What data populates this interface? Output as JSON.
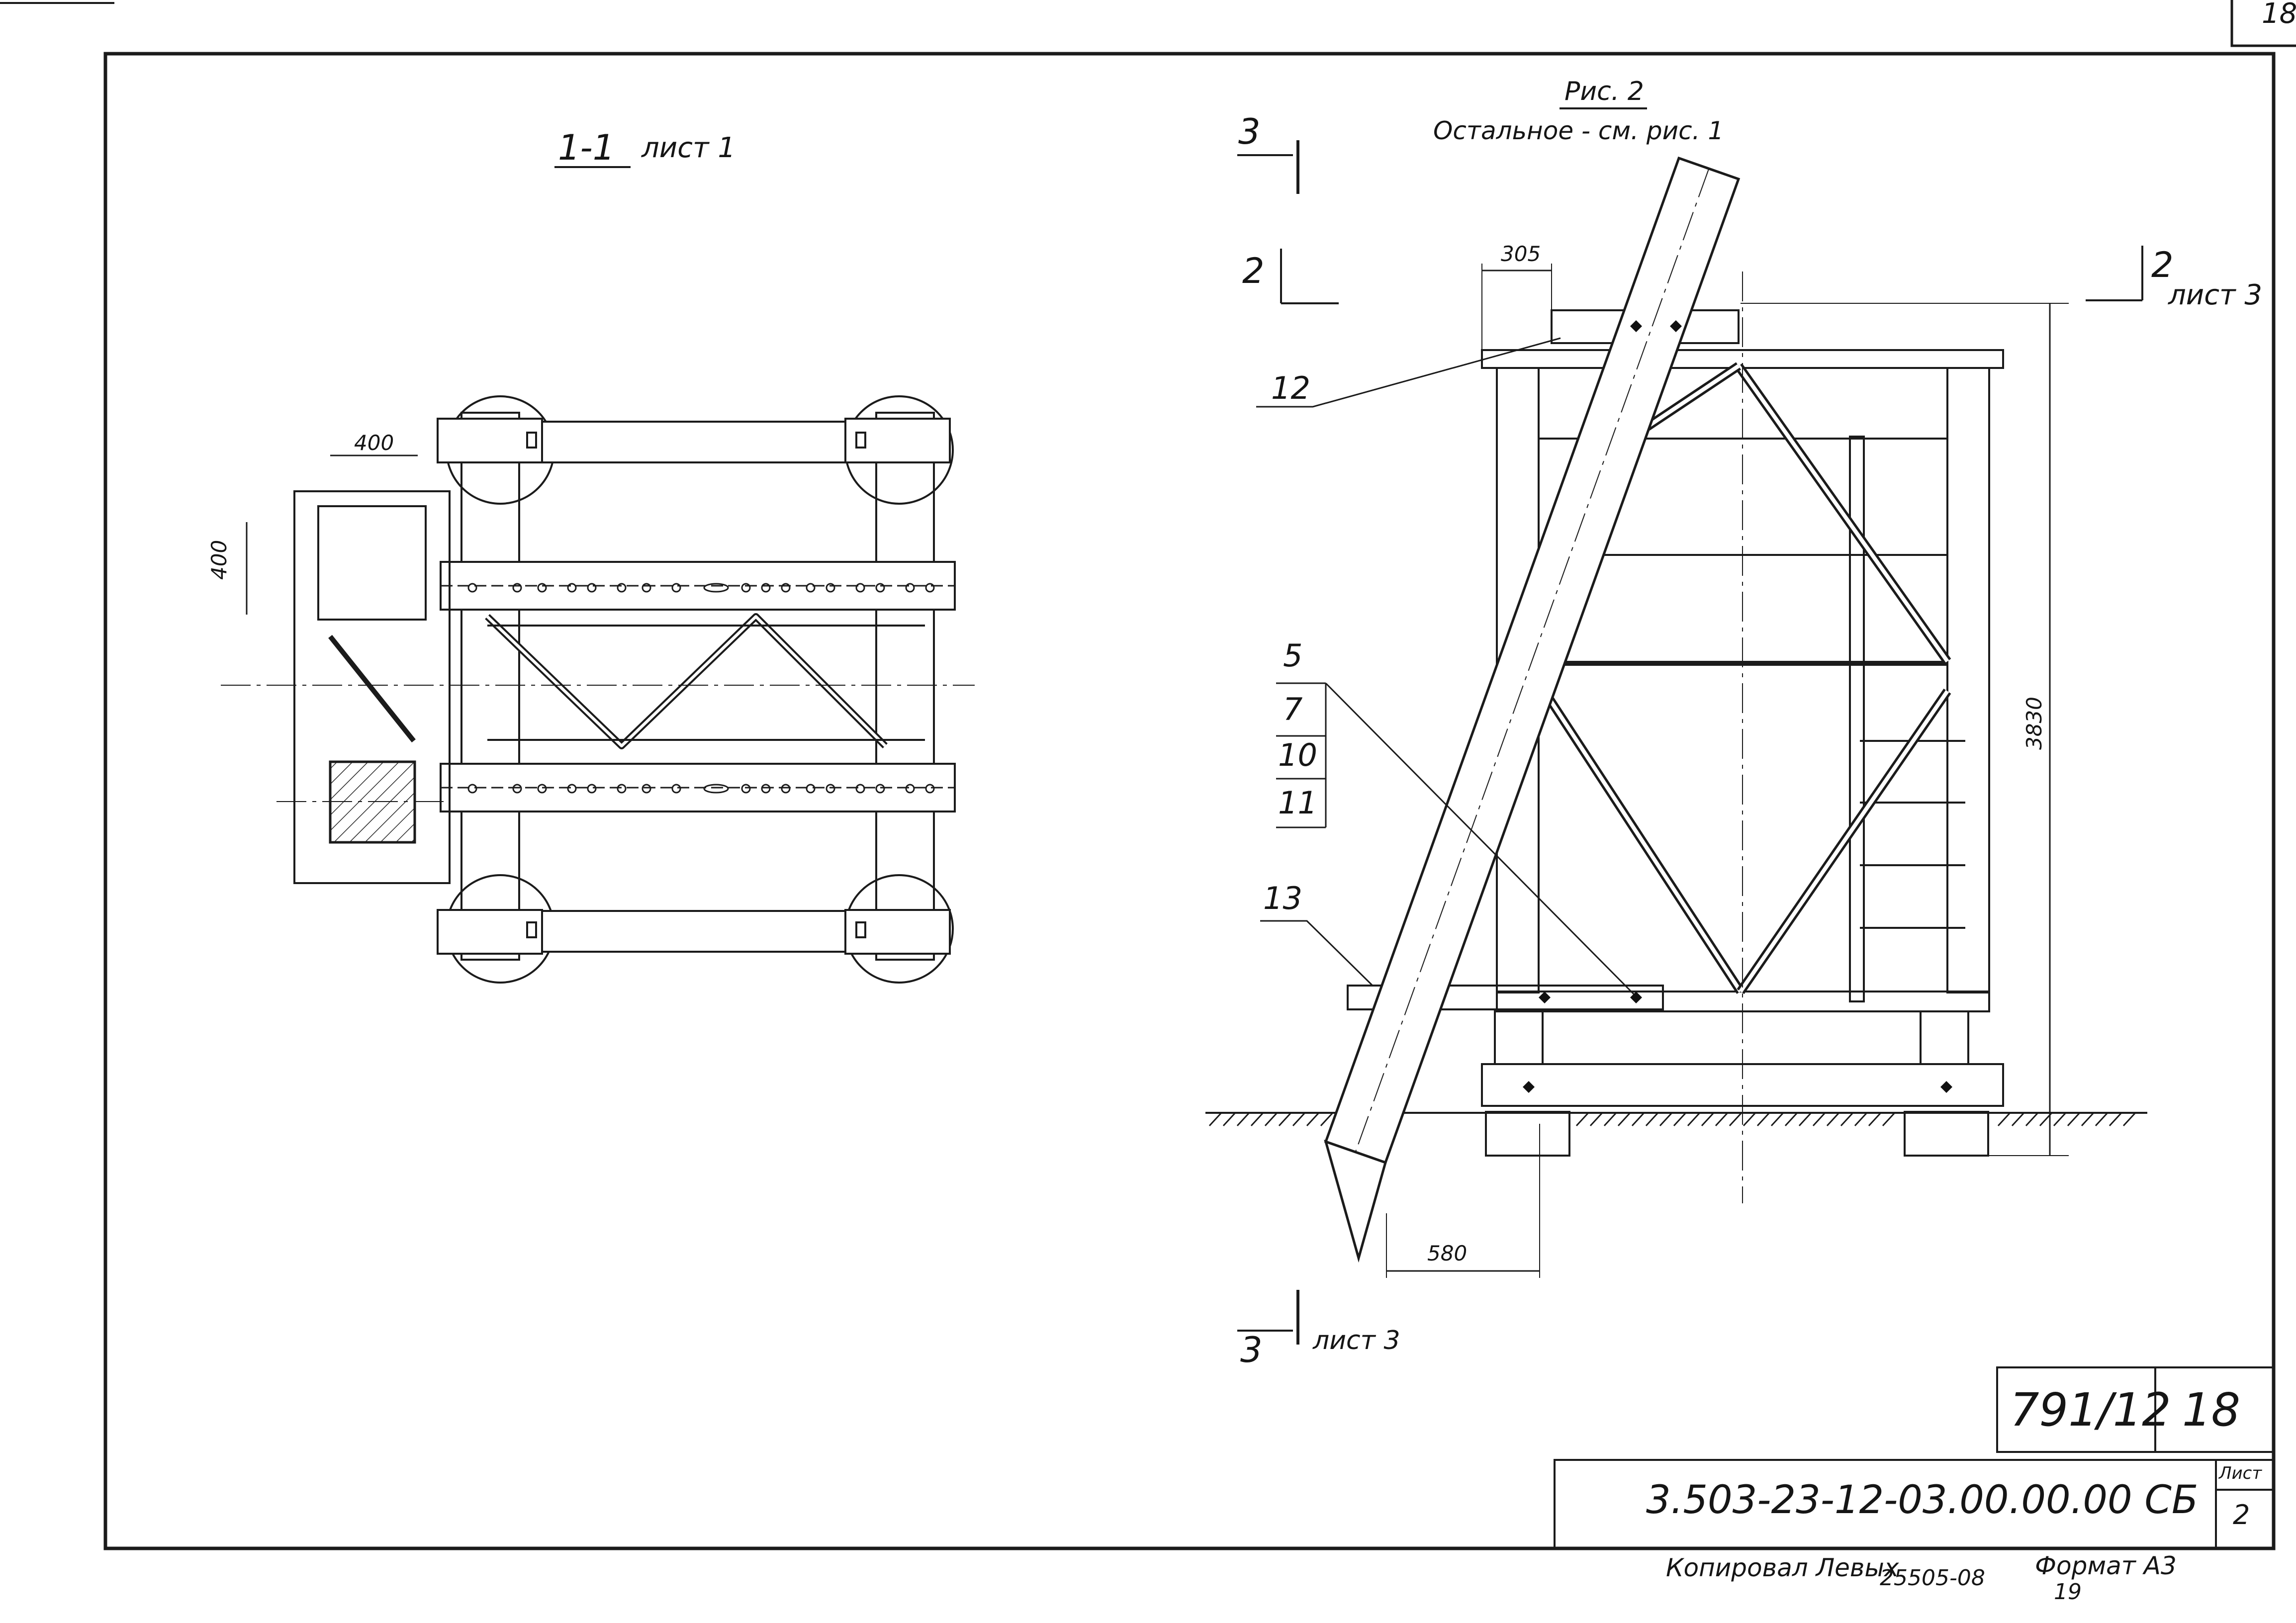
{
  "corner_sheet_number": "18",
  "section_1": {
    "title": "1-1",
    "sheet_ref": "лист 1",
    "dim_width": "400",
    "dim_height": "400"
  },
  "figure_2": {
    "title": "Рис. 2",
    "note": "Остальное - см. рис. 1",
    "section_3_top": "3",
    "section_3_bottom": "3",
    "section_3_sheet": "лист 3",
    "section_2_left": "2",
    "section_2_right": "2",
    "section_2_sheet": "лист 3",
    "dim_top": "305",
    "dim_height": "3830",
    "dim_bottom": "580",
    "callouts": {
      "c12": "12",
      "c5": "5",
      "c7": "7",
      "c10": "10",
      "c11": "11",
      "c13": "13"
    }
  },
  "title_block": {
    "doc_number": "791/12",
    "doc_sheet": "18",
    "designation": "3.503-23-12-03.00.00.00 СБ",
    "sheet_label": "Лист",
    "sheet_value": "2"
  },
  "footer": {
    "copied_by": "Копировал Левых",
    "order_number": "25505-08",
    "format_label": "Формат А3",
    "format_sub": "19"
  }
}
